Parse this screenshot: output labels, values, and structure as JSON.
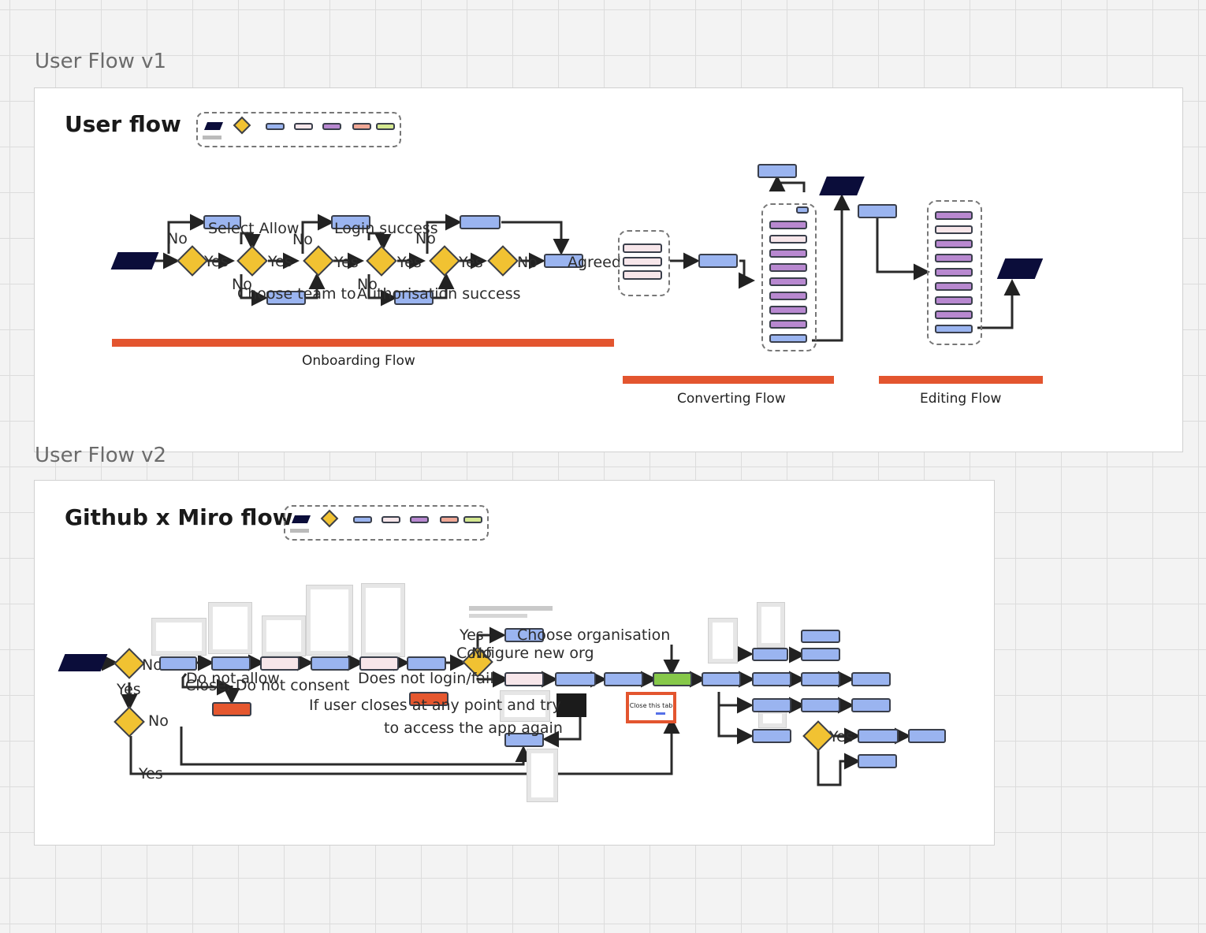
{
  "v1": {
    "frame_title": "User Flow v1",
    "board_title": "User flow",
    "flows": [
      "Onboarding Flow",
      "Converting Flow",
      "Editing Flow"
    ],
    "labels": {
      "no1": "No",
      "select_allow": "Select Allow",
      "yes1": "Yes",
      "yes2": "Yes",
      "no2": "No",
      "login_success": "Login success",
      "yes3": "Yes",
      "yes4": "Yes",
      "no3": "No",
      "yes5": "Yes",
      "no4": "No",
      "agreed": "Agreed",
      "no5": "No",
      "no6": "No",
      "choose_team": "Choose team to",
      "authorisation": "Authorisation success"
    }
  },
  "v2": {
    "frame_title": "User Flow v2",
    "board_title": "Github x Miro flow",
    "labels": {
      "no_a": "No",
      "yes_a": "Yes",
      "no_b": "No",
      "yes_b": "Yes",
      "do_not_allow": "Do not allow",
      "close_do_not_consent": "Close. Do not consent",
      "does_not_login": "Does not login/fail",
      "closes_line1": "If user closes at any point and try",
      "closes_line2": "to access the app again",
      "yes_c": "Yes",
      "choose_org": "Choose organisation",
      "configure_org": "Configure new org",
      "no_c": "No",
      "close_tab": "Close this tab",
      "yes_d": "Yes"
    }
  },
  "colors": {
    "start": "#0b0d3a",
    "decision": "#f1c232",
    "action": "#9ab4f0",
    "screen": "#f7e6ea",
    "field": "#b888d0",
    "error": "#f0a896",
    "note": "#d4e890",
    "flow_bar": "#e3552f"
  }
}
